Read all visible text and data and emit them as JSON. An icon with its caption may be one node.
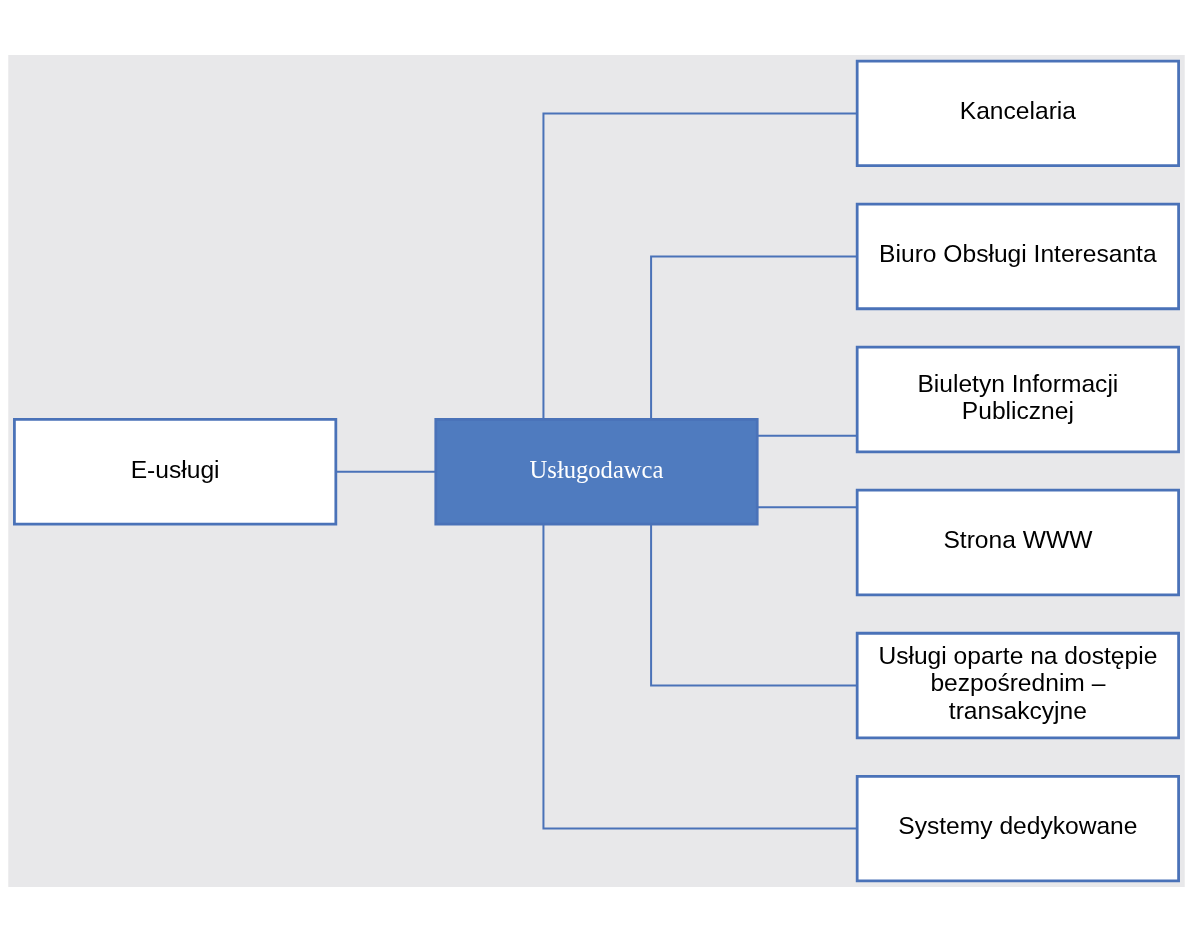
{
  "diagram": {
    "nodes": [
      {
        "text": [
          "E-usługi"
        ]
      },
      {
        "text": [
          "Usługodawca"
        ]
      },
      {
        "text": [
          "Kancelaria"
        ]
      },
      {
        "text": [
          "Biuro Obsługi Interesanta"
        ]
      },
      {
        "text": [
          "Biuletyn Informacji Publicznej"
        ]
      },
      {
        "text": [
          "Strona WWW"
        ]
      },
      {
        "text": [
          "Usługi oparte na dostępie bezpośrednim – transakcyjne"
        ]
      },
      {
        "text": [
          "Systemy dedykowane"
        ]
      }
    ],
    "edges": [
      {
        "from": 0,
        "to": 1,
        "arrow": "none"
      },
      {
        "from": 1,
        "to": 2,
        "arrow": "none"
      },
      {
        "from": 1,
        "to": 3,
        "arrow": "none"
      },
      {
        "from": 1,
        "to": 4,
        "arrow": "none"
      },
      {
        "from": 1,
        "to": 5,
        "arrow": "none"
      },
      {
        "from": 1,
        "to": 6,
        "arrow": "none"
      },
      {
        "from": 1,
        "to": 7,
        "arrow": "none"
      }
    ]
  }
}
